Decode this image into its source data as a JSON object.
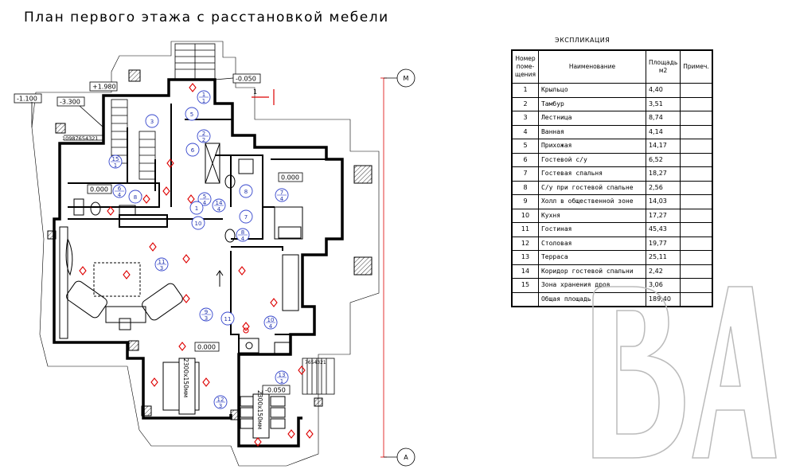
{
  "title": "План первого этажа с расстановкой мебели",
  "levels": {
    "l1": "+1.980",
    "l2": "-1.100",
    "l3": "-3.300",
    "l4": "-0.050",
    "l5": "0.000",
    "l6": "0.000",
    "l7": "0.000",
    "l8": "-0.050"
  },
  "axes": {
    "top": "М",
    "bottom": "А"
  },
  "dims": {
    "table1": "2300х150мм",
    "table2": "2300х150мм"
  },
  "stairs_num": "10987654321",
  "stairs_num2": "7654321",
  "section_mark": "1",
  "rooms": [
    {
      "a": "1",
      "b": "1"
    },
    {
      "a": "3",
      "b": ""
    },
    {
      "a": "5",
      "b": ""
    },
    {
      "a": "2",
      "b": "2"
    },
    {
      "a": "6",
      "b": ""
    },
    {
      "a": "15",
      "b": "1"
    },
    {
      "a": "6",
      "b": "4"
    },
    {
      "a": "8",
      "b": ""
    },
    {
      "a": "5",
      "b": "4"
    },
    {
      "a": "1",
      "b": ""
    },
    {
      "a": "14",
      "b": "4"
    },
    {
      "a": "7",
      "b": "4"
    },
    {
      "a": "8",
      "b": "4"
    },
    {
      "a": "7",
      "b": ""
    },
    {
      "a": "8",
      "b": ""
    },
    {
      "a": "10",
      "b": ""
    },
    {
      "a": "11",
      "b": "3"
    },
    {
      "a": "9",
      "b": "3"
    },
    {
      "a": "11",
      "b": ""
    },
    {
      "a": "10",
      "b": "4"
    },
    {
      "a": "13",
      "b": "1"
    },
    {
      "a": "12",
      "b": "3"
    }
  ],
  "explication": {
    "title": "ЭКСПЛИКАЦИЯ",
    "headers": {
      "num": "Номер поме- щения",
      "name": "Наименование",
      "area": "Площадь м2",
      "note": "Примеч."
    },
    "rows": [
      {
        "n": "1",
        "name": "Крыльцо",
        "area": "4,40"
      },
      {
        "n": "2",
        "name": "Тамбур",
        "area": "3,51"
      },
      {
        "n": "3",
        "name": "Лестница",
        "area": "8,74"
      },
      {
        "n": "4",
        "name": "Ванная",
        "area": "4,14"
      },
      {
        "n": "5",
        "name": "Прихожая",
        "area": "14,17"
      },
      {
        "n": "6",
        "name": "Гостевой с/у",
        "area": "6,52"
      },
      {
        "n": "7",
        "name": "Гостевая спальня",
        "area": "18,27"
      },
      {
        "n": "8",
        "name": "С/у при гостевой спальне",
        "area": "2,56"
      },
      {
        "n": "9",
        "name": "Холл в общественной зоне",
        "area": "14,03"
      },
      {
        "n": "10",
        "name": "Кухня",
        "area": "17,27"
      },
      {
        "n": "11",
        "name": "Гостиная",
        "area": "45,43"
      },
      {
        "n": "12",
        "name": "Столовая",
        "area": "19,77"
      },
      {
        "n": "13",
        "name": "Терраса",
        "area": "25,11"
      },
      {
        "n": "14",
        "name": "Коридор гостевой спальни",
        "area": "2,42"
      },
      {
        "n": "15",
        "name": "Зона хранения дров",
        "area": "3,06"
      }
    ],
    "total": {
      "name": "Общая площадь",
      "area": "189,40"
    }
  }
}
